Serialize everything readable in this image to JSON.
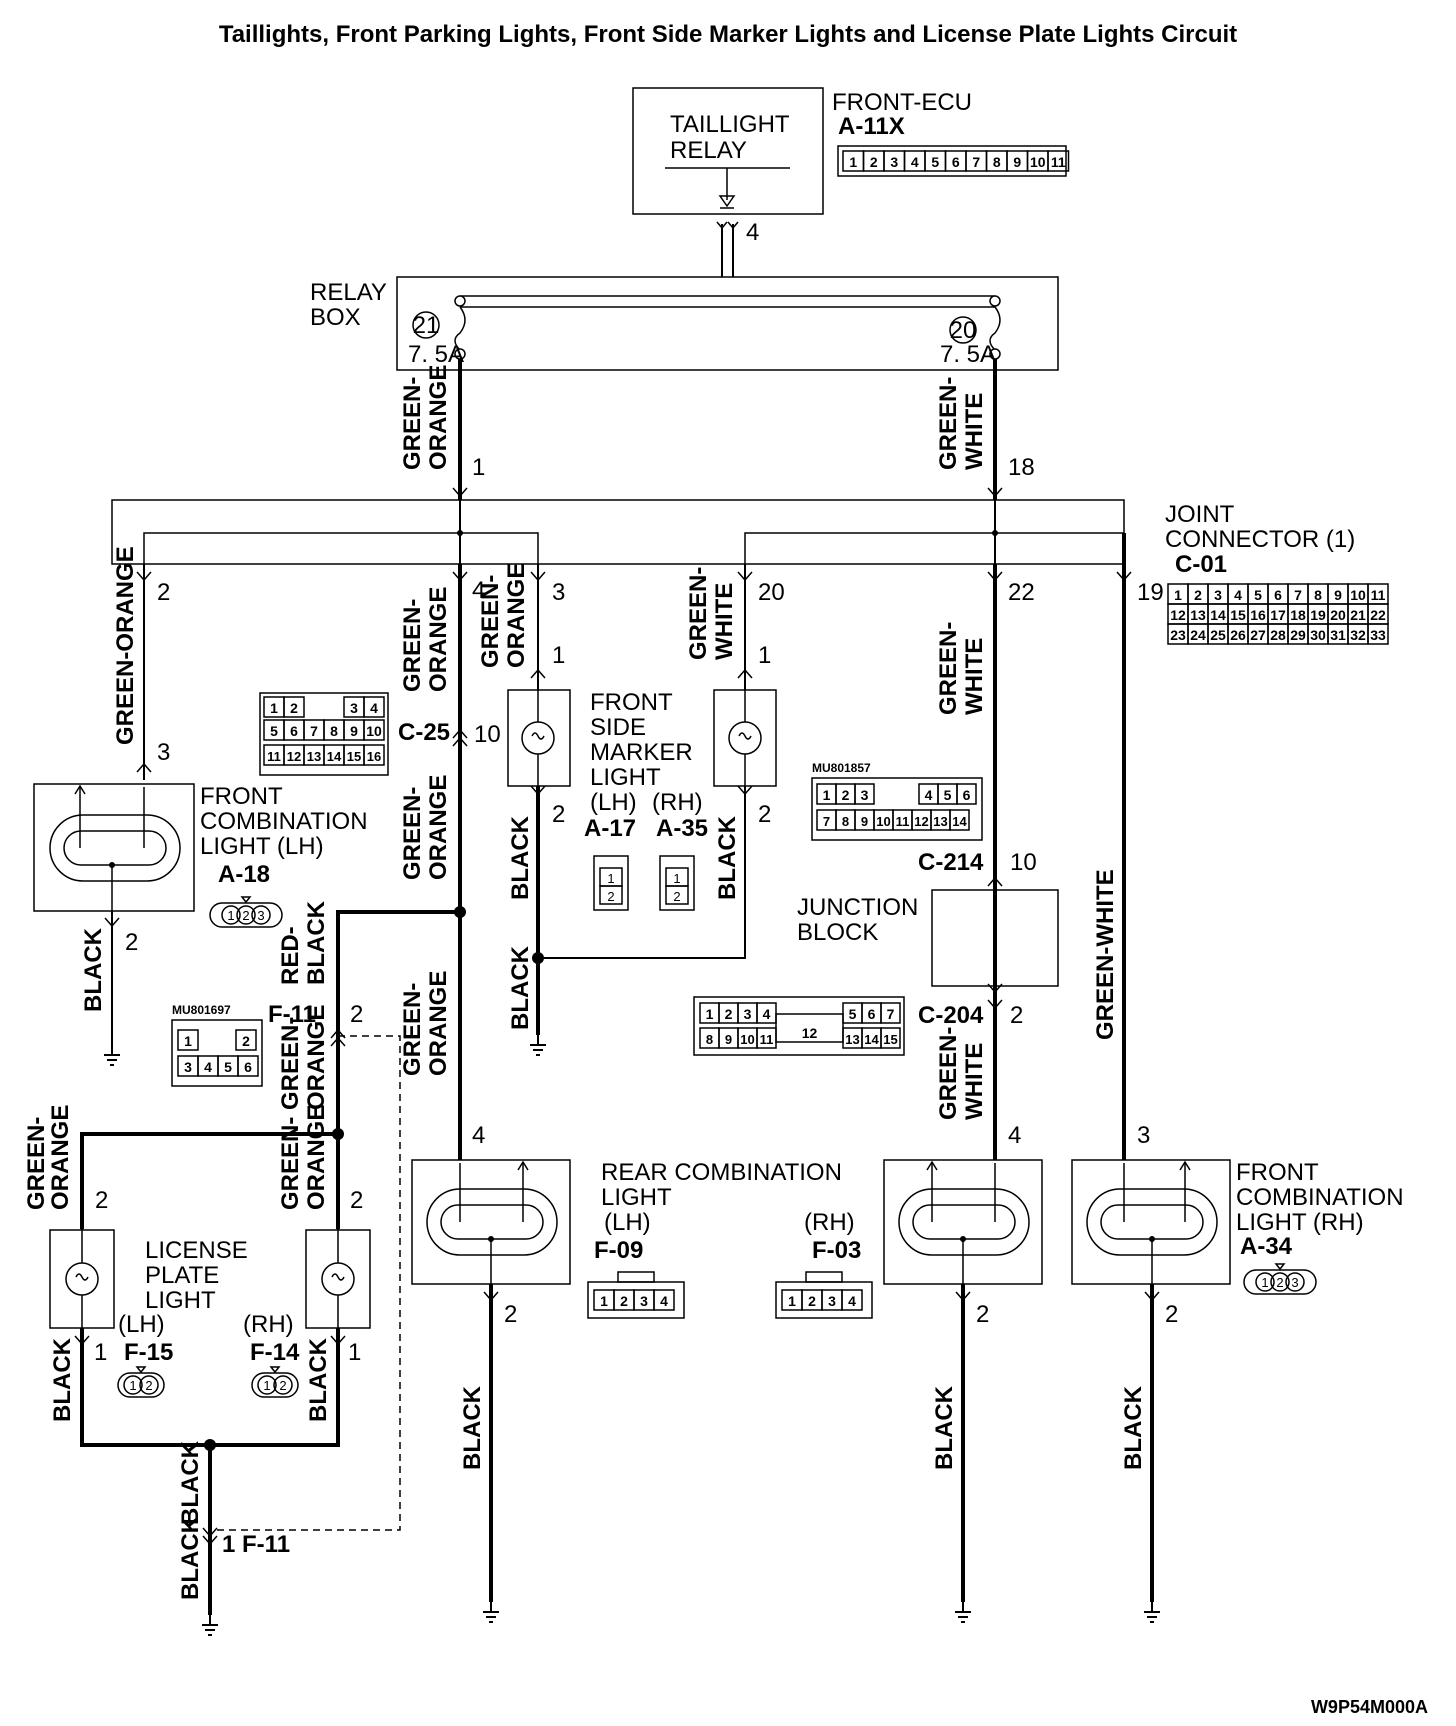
{
  "title": "Taillights, Front Parking Lights, Front Side Marker Lights and License Plate Lights Circuit",
  "code": "W9P54M000A",
  "taillight_relay": {
    "line1": "TAILLIGHT",
    "line2": "RELAY",
    "pin": "4"
  },
  "front_ecu": {
    "name": "FRONT-ECU",
    "id": "A-11X",
    "pins": [
      "1",
      "2",
      "3",
      "4",
      "5",
      "6",
      "7",
      "8",
      "9",
      "10",
      "11"
    ]
  },
  "relay_box": {
    "line1": "RELAY",
    "line2": "BOX",
    "fuse_left_no": "21",
    "fuse_left_rating": "7. 5A",
    "fuse_right_no": "20",
    "fuse_right_rating": "7. 5A"
  },
  "joint_connector": {
    "line1": "JOINT",
    "line2": "CONNECTOR (1)",
    "id": "C-01",
    "pins_row1": [
      "1",
      "2",
      "3",
      "4",
      "5",
      "6",
      "7",
      "8",
      "9",
      "10",
      "11"
    ],
    "pins_row2": [
      "12",
      "13",
      "14",
      "15",
      "16",
      "17",
      "18",
      "19",
      "20",
      "21",
      "22"
    ],
    "pins_row3": [
      "23",
      "24",
      "25",
      "26",
      "27",
      "28",
      "29",
      "30",
      "31",
      "32",
      "33"
    ]
  },
  "wires": {
    "green_orange": "GREEN-ORANGE",
    "green_white": "GREEN-WHITE",
    "black": "BLACK",
    "red_black": "RED-BLACK",
    "green_orange_l1": "GREEN-",
    "green_orange_l2": "ORANGE",
    "green_white_l1": "GREEN-",
    "green_white_l2": "WHITE",
    "red_black_l1": "RED-",
    "red_black_l2": "BLACK"
  },
  "pins": {
    "p1": "1",
    "p2": "2",
    "p3": "3",
    "p4": "4",
    "p10": "10",
    "p18": "18",
    "p19": "19",
    "p20": "20",
    "p22": "22"
  },
  "c25": {
    "id": "C-25",
    "row1": [
      "1",
      "2",
      "3",
      "4"
    ],
    "row2": [
      "5",
      "6",
      "7",
      "8",
      "9",
      "10"
    ],
    "row3": [
      "11",
      "12",
      "13",
      "14",
      "15",
      "16"
    ]
  },
  "front_side_marker": {
    "line1": "FRONT",
    "line2": "SIDE",
    "line3": "MARKER",
    "line4": "LIGHT",
    "lh": "(LH)",
    "rh": "(RH)",
    "lh_id": "A-17",
    "rh_id": "A-35",
    "conn_pins": [
      "1",
      "2"
    ]
  },
  "front_comb_lh": {
    "line1": "FRONT",
    "line2": "COMBINATION",
    "line3": "LIGHT (LH)",
    "id": "A-18",
    "conn": [
      "1",
      "2",
      "3"
    ]
  },
  "front_comb_rh": {
    "line1": "FRONT",
    "line2": "COMBINATION",
    "line3": "LIGHT (RH)",
    "id": "A-34",
    "conn": [
      "1",
      "2",
      "3"
    ]
  },
  "c214": {
    "part": "MU801857",
    "id": "C-214",
    "row1": [
      "1",
      "2",
      "3",
      "4",
      "5",
      "6"
    ],
    "row2": [
      "7",
      "8",
      "9",
      "10",
      "11",
      "12",
      "13",
      "14"
    ]
  },
  "junction_block": {
    "line1": "JUNCTION",
    "line2": "BLOCK"
  },
  "c204": {
    "id": "C-204",
    "row1a": [
      "1",
      "2",
      "3",
      "4"
    ],
    "row1b": [
      "5",
      "6",
      "7"
    ],
    "row2a": [
      "8",
      "9",
      "10",
      "11"
    ],
    "mid": "12",
    "row2b": [
      "13",
      "14",
      "15"
    ]
  },
  "f11": {
    "part": "MU801697",
    "id": "F-11",
    "row1": [
      "1",
      "2"
    ],
    "row2": [
      "3",
      "4",
      "5",
      "6"
    ],
    "bottom_label": "1 F-11"
  },
  "license_plate": {
    "line1": "LICENSE",
    "line2": "PLATE",
    "line3": "LIGHT",
    "lh": "(LH)",
    "rh": "(RH)",
    "lh_id": "F-15",
    "rh_id": "F-14",
    "conn": [
      "1",
      "2"
    ]
  },
  "rear_comb": {
    "line1": "REAR COMBINATION",
    "line2": "LIGHT",
    "lh": "(LH)",
    "rh": "(RH)",
    "lh_id": "F-09",
    "rh_id": "F-03",
    "conn": [
      "1",
      "2",
      "3",
      "4"
    ]
  }
}
